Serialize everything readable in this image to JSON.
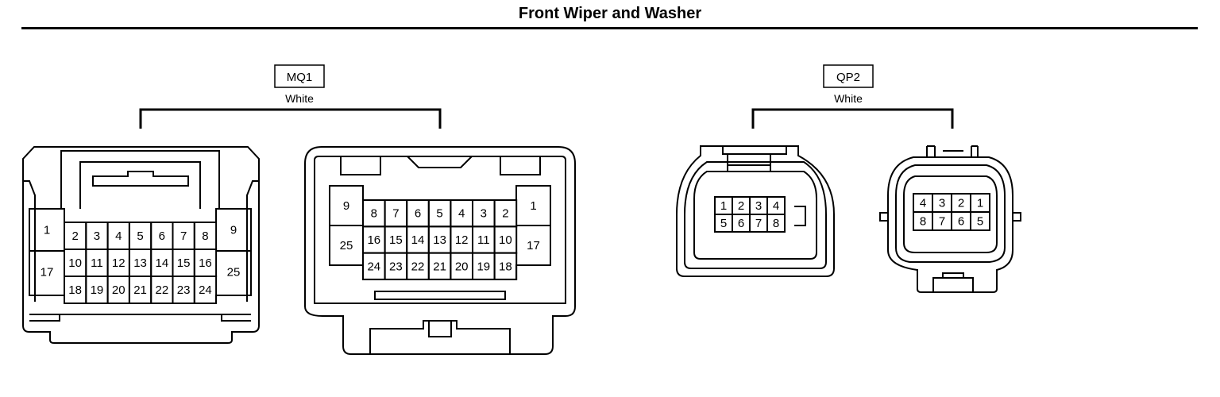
{
  "title": "Front Wiper and Washer",
  "connectors": [
    {
      "code": "MQ1",
      "color_label": "White",
      "female": {
        "row1": [
          "2",
          "3",
          "4",
          "5",
          "6",
          "7",
          "8"
        ],
        "row2": [
          "10",
          "11",
          "12",
          "13",
          "14",
          "15",
          "16"
        ],
        "row3": [
          "18",
          "19",
          "20",
          "21",
          "22",
          "23",
          "24"
        ],
        "side_left": [
          "1",
          "17"
        ],
        "side_right": [
          "9",
          "25"
        ]
      },
      "male": {
        "row1": [
          "8",
          "7",
          "6",
          "5",
          "4",
          "3",
          "2"
        ],
        "row2": [
          "16",
          "15",
          "14",
          "13",
          "12",
          "11",
          "10"
        ],
        "row3": [
          "24",
          "23",
          "22",
          "21",
          "20",
          "19",
          "18"
        ],
        "side_left": [
          "9",
          "25"
        ],
        "side_right": [
          "1",
          "17"
        ]
      }
    },
    {
      "code": "QP2",
      "color_label": "White",
      "female": {
        "row1": [
          "1",
          "2",
          "3",
          "4"
        ],
        "row2": [
          "5",
          "6",
          "7",
          "8"
        ]
      },
      "male": {
        "row1": [
          "4",
          "3",
          "2",
          "1"
        ],
        "row2": [
          "8",
          "7",
          "6",
          "5"
        ]
      }
    }
  ]
}
